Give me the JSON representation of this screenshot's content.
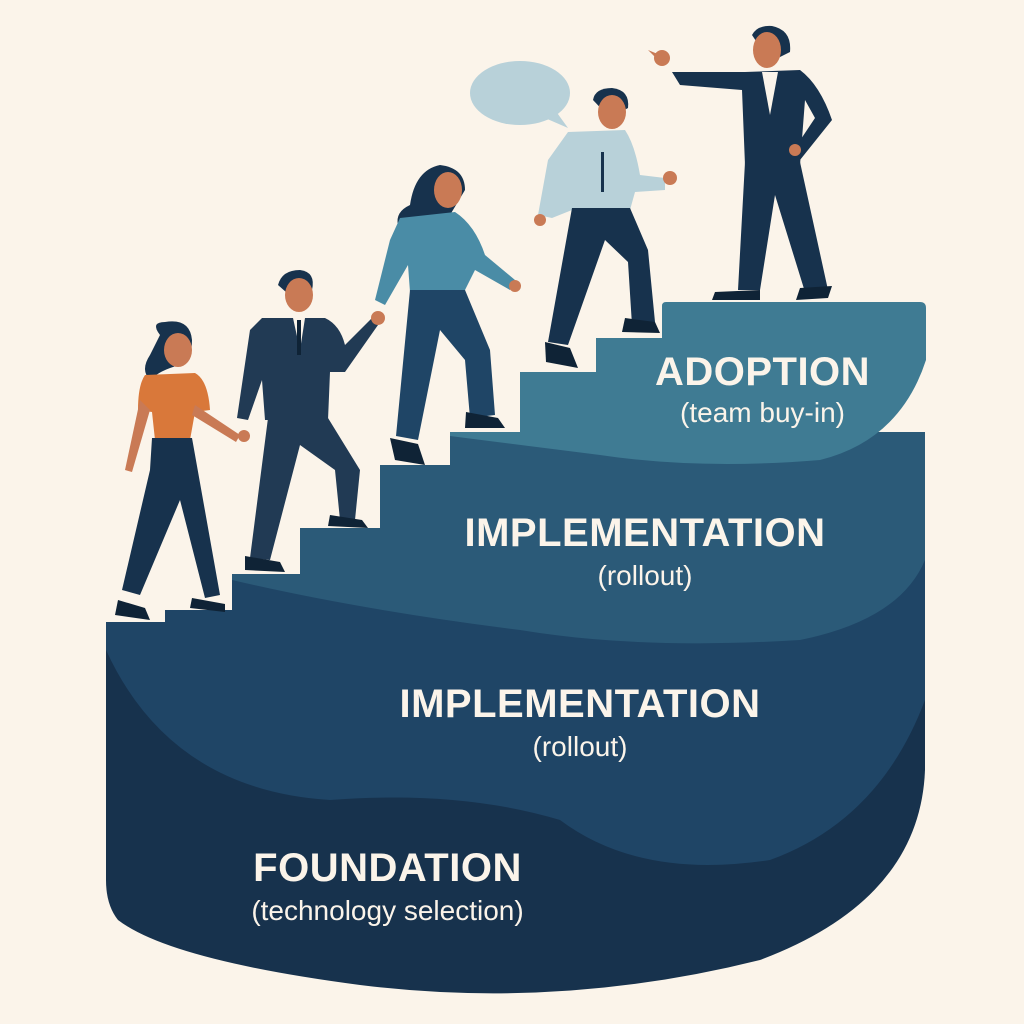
{
  "diagram": {
    "type": "staircase-stages",
    "background_color": "#fbf4ea",
    "colors": {
      "stage_top": "#3f7b93",
      "stage_upper_mid": "#2b5a78",
      "stage_lower_mid": "#1f4566",
      "stage_bottom": "#17324d",
      "label_text": "#fbf4ea",
      "speech_bubble": "#b8d1d9"
    },
    "stages": [
      {
        "order": 4,
        "title": "ADOPTION",
        "subtitle": "(team buy-in)"
      },
      {
        "order": 3,
        "title": "IMPLEMENTATION",
        "subtitle": "(rollout)"
      },
      {
        "order": 2,
        "title": "IMPLEMENTATION",
        "subtitle": "(rollout)"
      },
      {
        "order": 1,
        "title": "FOUNDATION",
        "subtitle": "(technology selection)"
      }
    ],
    "figures": [
      {
        "name": "woman-orange-top",
        "position": "bottom step",
        "pose": "walking, holding hand"
      },
      {
        "name": "man-suit-tie",
        "position": "second steps",
        "pose": "climbing, helping up"
      },
      {
        "name": "woman-teal-sweater",
        "position": "middle steps",
        "pose": "climbing"
      },
      {
        "name": "man-light-shirt",
        "position": "upper steps",
        "pose": "climbing, speaking"
      },
      {
        "name": "leader-suit",
        "position": "top platform",
        "pose": "pointing forward"
      }
    ],
    "speech_bubble": {
      "text": ""
    }
  }
}
